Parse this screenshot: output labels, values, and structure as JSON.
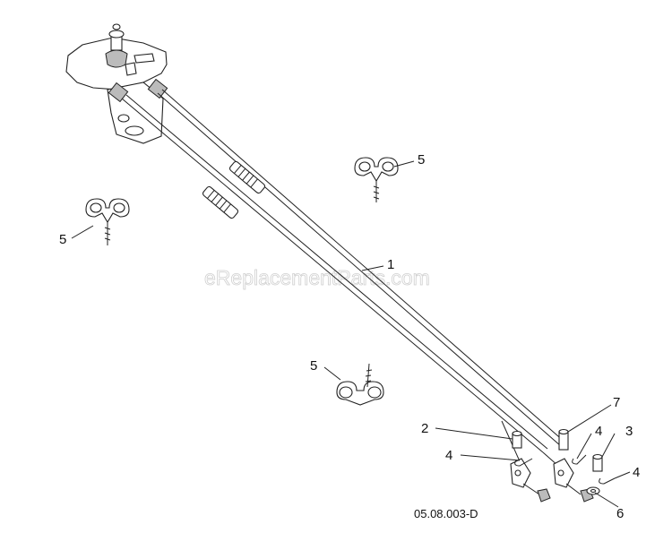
{
  "watermark": "eReplacementParts.com",
  "doc_number": "05.08.003-D",
  "callouts": [
    "1",
    "2",
    "3",
    "4",
    "4",
    "4",
    "5",
    "5",
    "5",
    "6",
    "7"
  ]
}
